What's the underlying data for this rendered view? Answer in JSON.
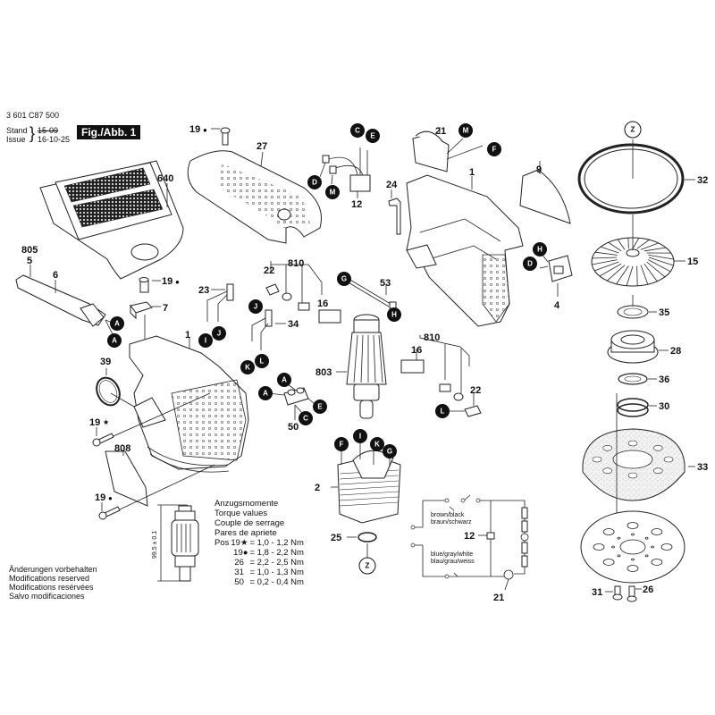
{
  "header": {
    "part_number": "3 601 C87 500",
    "stand_label": "Stand",
    "issue_label": "Issue",
    "stand_value": "15-09",
    "issue_value": "16-10-25",
    "figure_label": "Fig./Abb. 1"
  },
  "notes": [
    "Änderungen vorbehalten",
    "Modifications reserved",
    "Modifications resérvées",
    "Salvo modificaciones"
  ],
  "torque": {
    "titles": [
      "Anzugsmomente",
      "Torque values",
      "Couple de serrage",
      "Pares de apriete"
    ],
    "pos_label": "Pos",
    "rows": [
      {
        "pos": "19",
        "mark": "★",
        "value": "= 1,0 - 1,2 Nm"
      },
      {
        "pos": "19",
        "mark": "●",
        "value": "= 1,8 - 2,2 Nm"
      },
      {
        "pos": "26",
        "mark": "",
        "value": "= 2,2 - 2,5 Nm"
      },
      {
        "pos": "31",
        "mark": "",
        "value": "= 1,0 - 1,3 Nm"
      },
      {
        "pos": "50",
        "mark": "",
        "value": "= 0,2 - 0,4 Nm"
      }
    ]
  },
  "armature_dimension": "99.5 ± 0.1",
  "wiring": {
    "label_top_1": "brown/black",
    "label_top_2": "braun/schwarz",
    "label_bottom_1": "blue/gray/white",
    "label_bottom_2": "blau/grau/weiss",
    "capacitor_ref": "12",
    "switch_ref": "21"
  },
  "part_labels": {
    "p640": "640",
    "p805": "805",
    "p5": "5",
    "p6": "6",
    "p19a": "19",
    "p7": "7",
    "p23": "23",
    "p1a": "1",
    "p39": "39",
    "p19star": "19",
    "p808": "808",
    "p19b": "19",
    "p19c": "19",
    "p27": "27",
    "p12": "12",
    "p810a": "810",
    "p22a": "22",
    "p16a": "16",
    "p34": "34",
    "p53": "53",
    "p803": "803",
    "p50": "50",
    "p2": "2",
    "p25": "25",
    "p21": "21",
    "p24": "24",
    "p1b": "1",
    "p9": "9",
    "p4": "4",
    "p810b": "810",
    "p16b": "16",
    "p22b": "22",
    "p32": "32",
    "p15": "15",
    "p35": "35",
    "p28": "28",
    "p36": "36",
    "p30": "30",
    "p33": "33",
    "p31": "31",
    "p26": "26"
  },
  "connector_badges": {
    "A": "A",
    "C": "C",
    "D": "D",
    "E": "E",
    "F": "F",
    "G": "G",
    "H": "H",
    "I": "I",
    "J": "J",
    "K": "K",
    "L": "L",
    "M": "M",
    "Z": "Z"
  },
  "markers": {
    "dot": "●",
    "star": "★"
  }
}
